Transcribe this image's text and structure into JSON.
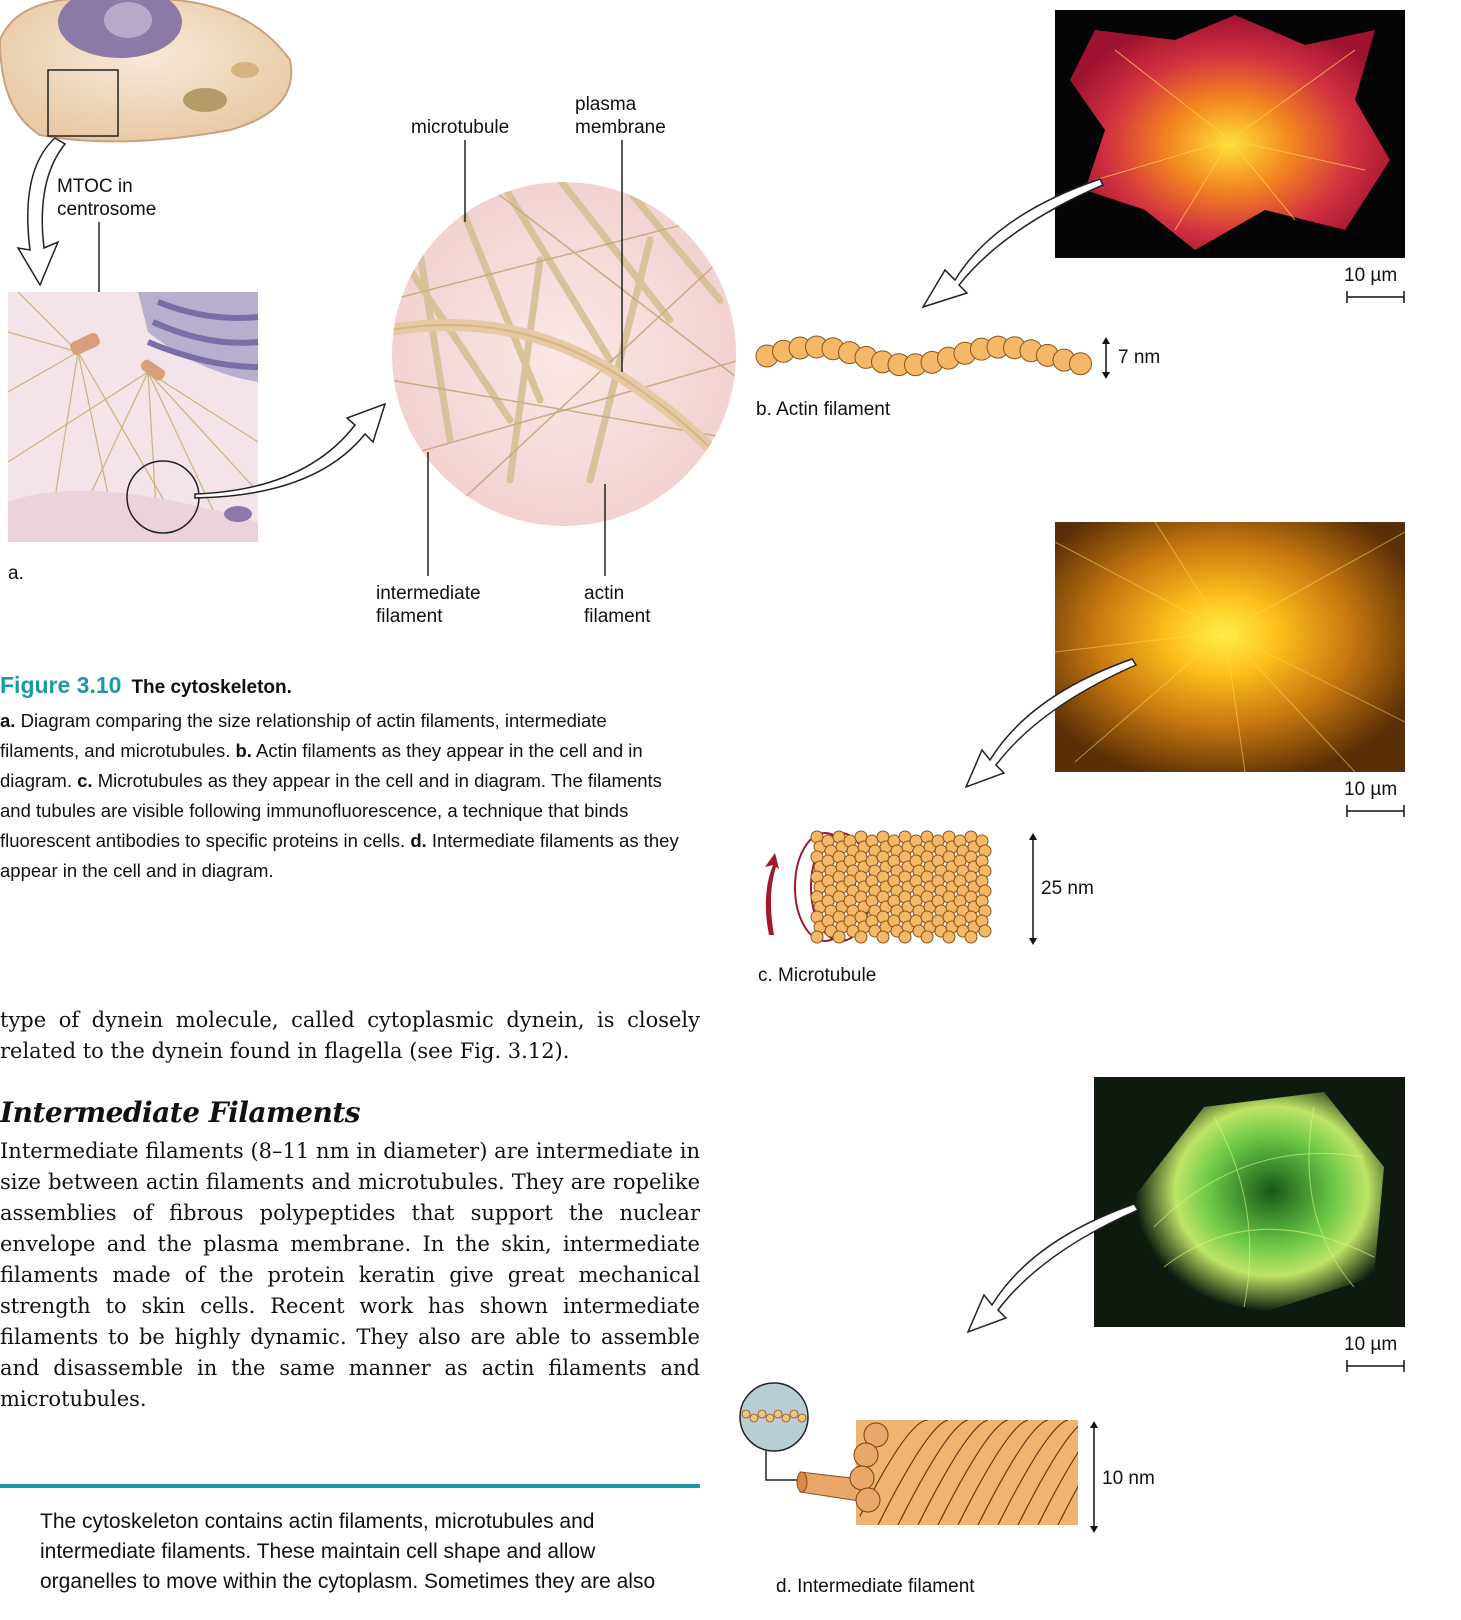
{
  "figure": {
    "number": "Figure 3.10",
    "title": "The cytoskeleton.",
    "caption": {
      "a_label": "a.",
      "a_text": " Diagram comparing the size relationship of actin filaments, intermediate filaments, and microtubules. ",
      "b_label": "b.",
      "b_text": " Actin filaments as they appear in the cell and in diagram. ",
      "c_label": "c.",
      "c_text": " Microtubules as they appear in the cell and in diagram. The filaments and tubules are visible following immunofluorescence, a technique that binds fluorescent antibodies to specific proteins in cells. ",
      "d_label": "d.",
      "d_text": " Intermediate filaments as they appear in the cell and in diagram."
    },
    "panel_a": {
      "label": "a.",
      "mtoc_line1": "MTOC in",
      "mtoc_line2": "centrosome",
      "microtubule": "microtubule",
      "plasma_line1": "plasma",
      "plasma_line2": "membrane",
      "intermediate_line1": "intermediate",
      "intermediate_line2": "filament",
      "actin_line1": "actin",
      "actin_line2": "filament"
    },
    "panel_b": {
      "scale": "10 µm",
      "size": "7 nm",
      "label": "b. Actin filament",
      "photo_color": "#c81e3c"
    },
    "panel_c": {
      "scale": "10 µm",
      "size": "25 nm",
      "label": "c. Microtubule",
      "photo_color": "#e8a010"
    },
    "panel_d": {
      "scale": "10 µm",
      "size": "10 nm",
      "label": "d. Intermediate filament",
      "photo_color": "#2e9a2a"
    }
  },
  "body": {
    "paragraph1": "type of dynein molecule, called cytoplasmic dynein, is closely related to the dynein found in flagella (see Fig. 3.12).",
    "heading": "Intermediate Filaments",
    "paragraph2": "Intermediate filaments (8–11 nm in diameter) are intermediate in size between actin filaments and microtubules. They are ropelike assemblies of fibrous polypeptides that support the nuclear envelope and the plasma membrane. In the skin, intermediate filaments made of the protein keratin give great mechanical strength to skin cells. Recent work has shown intermediate filaments to be highly dynamic. They also are able to assemble and disassemble in the same manner as actin filaments and microtubules."
  },
  "summary": "The cytoskeleton contains actin filaments, microtubules and intermediate filaments. These maintain cell shape and allow organelles to move within the cytoplasm. Sometimes they are also"
}
